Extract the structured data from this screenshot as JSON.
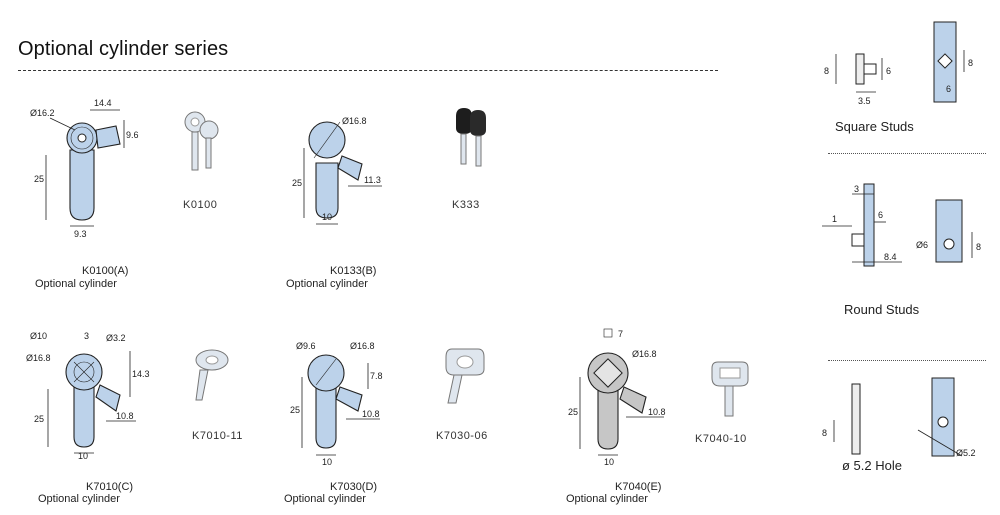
{
  "page": {
    "title": "Optional cylinder series"
  },
  "cylinders": [
    {
      "code": "K0100(A)",
      "caption": "Optional cylinder",
      "key": "K0100",
      "dims": [
        "Ø16.2",
        "14.4",
        "9.6",
        "25",
        "9.3"
      ]
    },
    {
      "code": "K0133(B)",
      "caption": "Optional cylinder",
      "key": "K333",
      "dims": [
        "Ø16.8",
        "25",
        "11.3",
        "10"
      ]
    },
    {
      "code": "K7010(C)",
      "caption": "Optional cylinder",
      "key": "K7010-11",
      "dims": [
        "Ø10",
        "3",
        "Ø3.2",
        "Ø16.8",
        "14.3",
        "25",
        "10.8",
        "10"
      ]
    },
    {
      "code": "K7030(D)",
      "caption": "Optional cylinder",
      "key": "K7030-06",
      "dims": [
        "Ø9.6",
        "Ø16.8",
        "7.8",
        "25",
        "10.8",
        "10"
      ]
    },
    {
      "code": "K7040(E)",
      "caption": "Optional cylinder",
      "key": "K7040-10",
      "dims": [
        "7",
        "Ø16.8",
        "25",
        "10.8",
        "10"
      ]
    }
  ],
  "studs": [
    {
      "label": "Square Studs",
      "dims": [
        "8",
        "6",
        "3.5",
        "8",
        "6"
      ]
    },
    {
      "label": "Round Studs",
      "dims": [
        "3",
        "1",
        "6",
        "8.4",
        "Ø6",
        "8"
      ]
    },
    {
      "label": "ø 5.2 Hole",
      "dims": [
        "8",
        "Ø5.2"
      ]
    }
  ]
}
